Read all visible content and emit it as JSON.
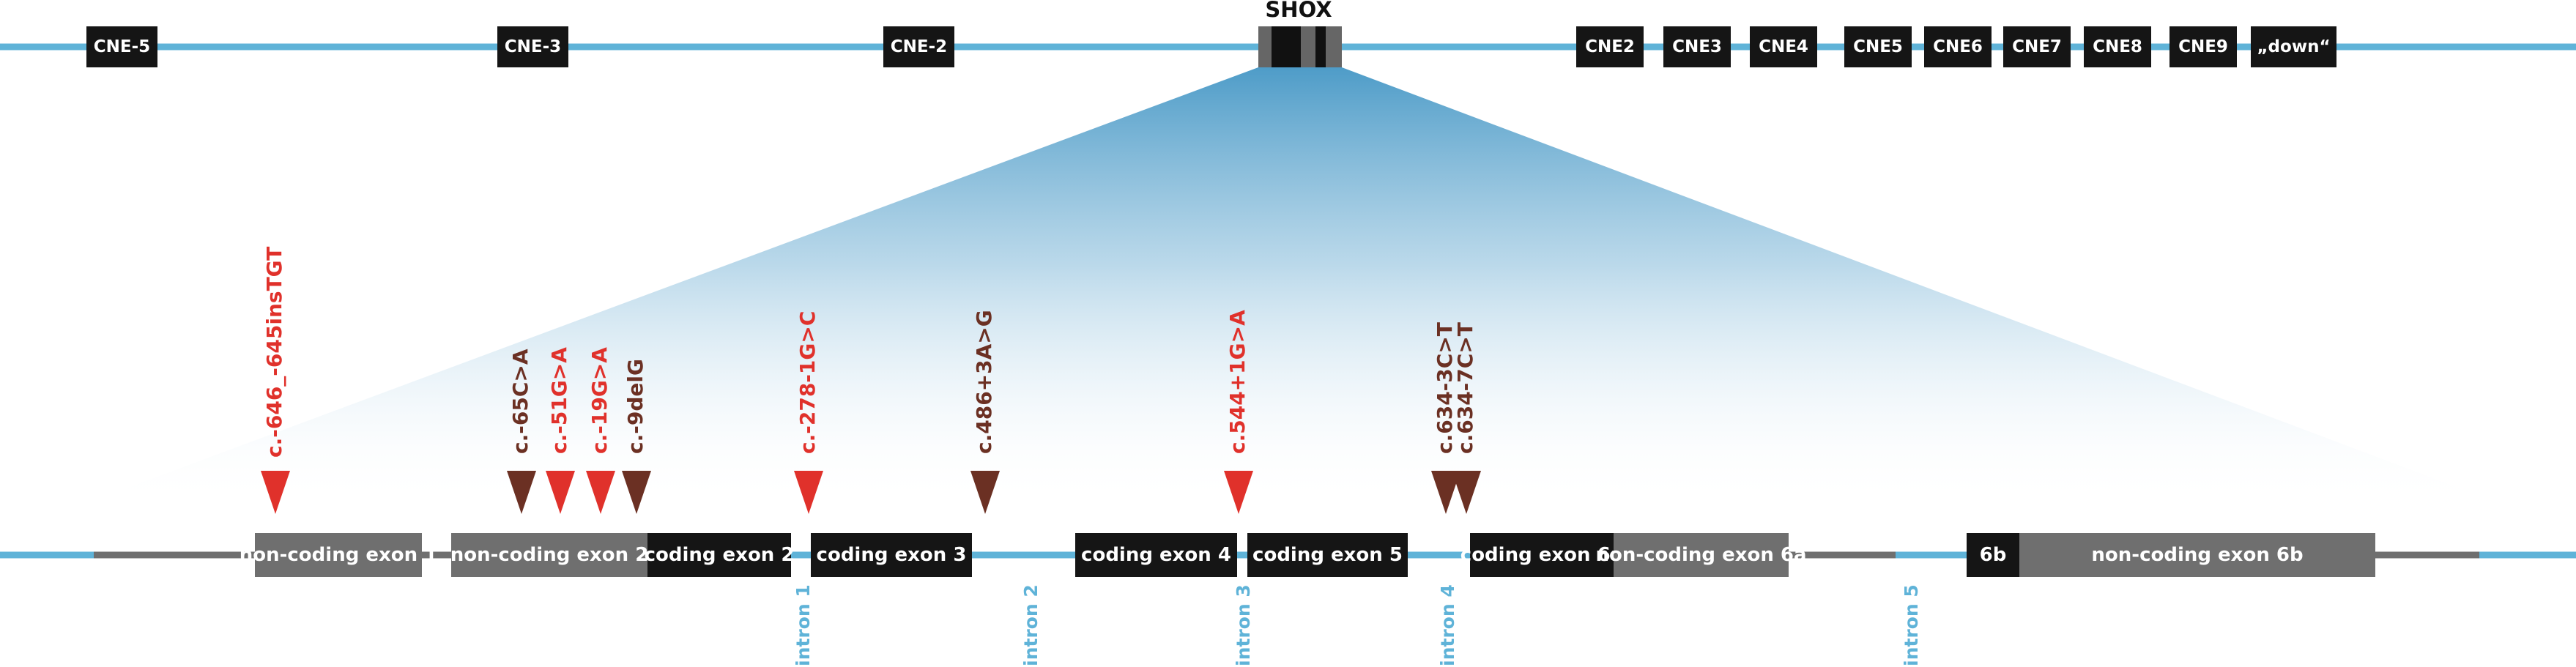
{
  "upper_track": {
    "gene_label": "SHOX",
    "elements": [
      "CNE-5",
      "CNE-3",
      "CNE-2",
      "CNE2",
      "CNE3",
      "CNE4",
      "CNE5",
      "CNE6",
      "CNE7",
      "CNE8",
      "CNE9",
      "„down“"
    ]
  },
  "gene_structure": {
    "exons": [
      {
        "label": "non-coding exon 1",
        "type": "non-coding"
      },
      {
        "label": "non-coding exon 2",
        "type": "non-coding"
      },
      {
        "label": "coding exon 2",
        "type": "coding"
      },
      {
        "label": "coding exon 3",
        "type": "coding"
      },
      {
        "label": "coding exon 4",
        "type": "coding"
      },
      {
        "label": "coding exon 5",
        "type": "coding"
      },
      {
        "label": "coding exon 6a",
        "type": "coding"
      },
      {
        "label": "non-coding exon 6a",
        "type": "non-coding"
      },
      {
        "label": "6b",
        "type": "coding"
      },
      {
        "label": "non-coding exon 6b",
        "type": "non-coding"
      }
    ],
    "introns": [
      "intron 1",
      "intron 2",
      "intron 3",
      "intron 4",
      "intron 5"
    ]
  },
  "variants": [
    {
      "label": "c.-646_-645insTGT",
      "color": "#e0312b"
    },
    {
      "label": "c.-65C>A",
      "color": "#6b3023"
    },
    {
      "label": "c.-51G>A",
      "color": "#e0312b"
    },
    {
      "label": "c.-19G>A",
      "color": "#e0312b"
    },
    {
      "label": "c.-9delG",
      "color": "#6b3023"
    },
    {
      "label": "c.-278-1G>C",
      "color": "#e0312b"
    },
    {
      "label": "c.486+3A>G",
      "color": "#6b3023"
    },
    {
      "label": "c.544+1G>A",
      "color": "#e0312b"
    },
    {
      "label": "c.634-3C>T",
      "color": "#6b3023"
    },
    {
      "label": "c.634-7C>T",
      "color": "#6b3023"
    }
  ],
  "colors": {
    "track_line": "#5fb3d8",
    "coding_exon": "#151515",
    "noncoding_exon": "#6f6f6f",
    "pathogenic_variant": "#e0312b",
    "other_variant": "#6b3023",
    "zoom_gradient_top": "#4e9cc8"
  }
}
